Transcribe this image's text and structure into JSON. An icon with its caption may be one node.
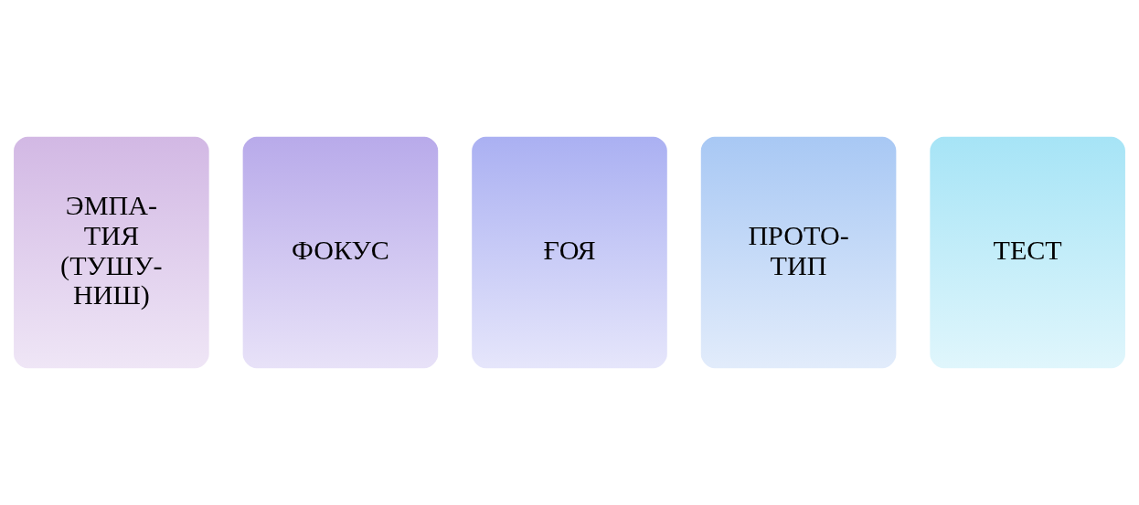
{
  "diagram": {
    "nodes": [
      {
        "text": [
          "ЭМПА- ТИЯ (ТУШУ- НИШ)"
        ]
      },
      {
        "text": [
          "ФОКУС"
        ]
      },
      {
        "text": [
          "ҒОЯ"
        ]
      },
      {
        "text": [
          "ПРОТО- ТИП"
        ]
      },
      {
        "text": [
          "ТЕСТ"
        ]
      }
    ]
  }
}
